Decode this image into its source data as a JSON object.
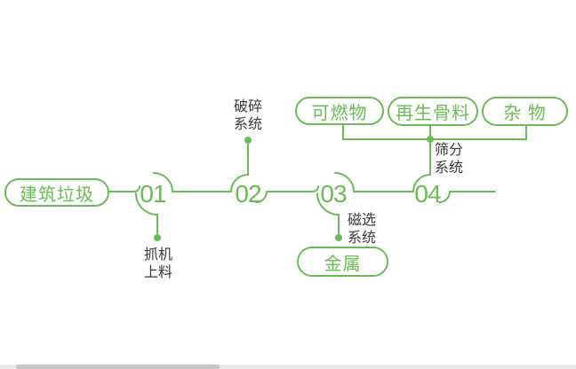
{
  "colors": {
    "line_green": "#6abc55",
    "label_text": "#383838",
    "background": "#ffffff",
    "scrollbar_thumb": "#c8c8cc",
    "scrollbar_track": "#ebebee"
  },
  "diagram": {
    "source_pill": "建筑垃圾",
    "steps": [
      {
        "number": "01",
        "system_label": "抓机\n上料"
      },
      {
        "number": "02",
        "system_label": "破碎\n系统"
      },
      {
        "number": "03",
        "system_label": "磁选\n系统"
      },
      {
        "number": "04",
        "system_label": "筛分\n系统"
      }
    ],
    "output_pills": {
      "metal": "金属",
      "combustible": "可燃物",
      "recycled_aggregate": "再生骨料",
      "misc": "杂 物"
    }
  }
}
